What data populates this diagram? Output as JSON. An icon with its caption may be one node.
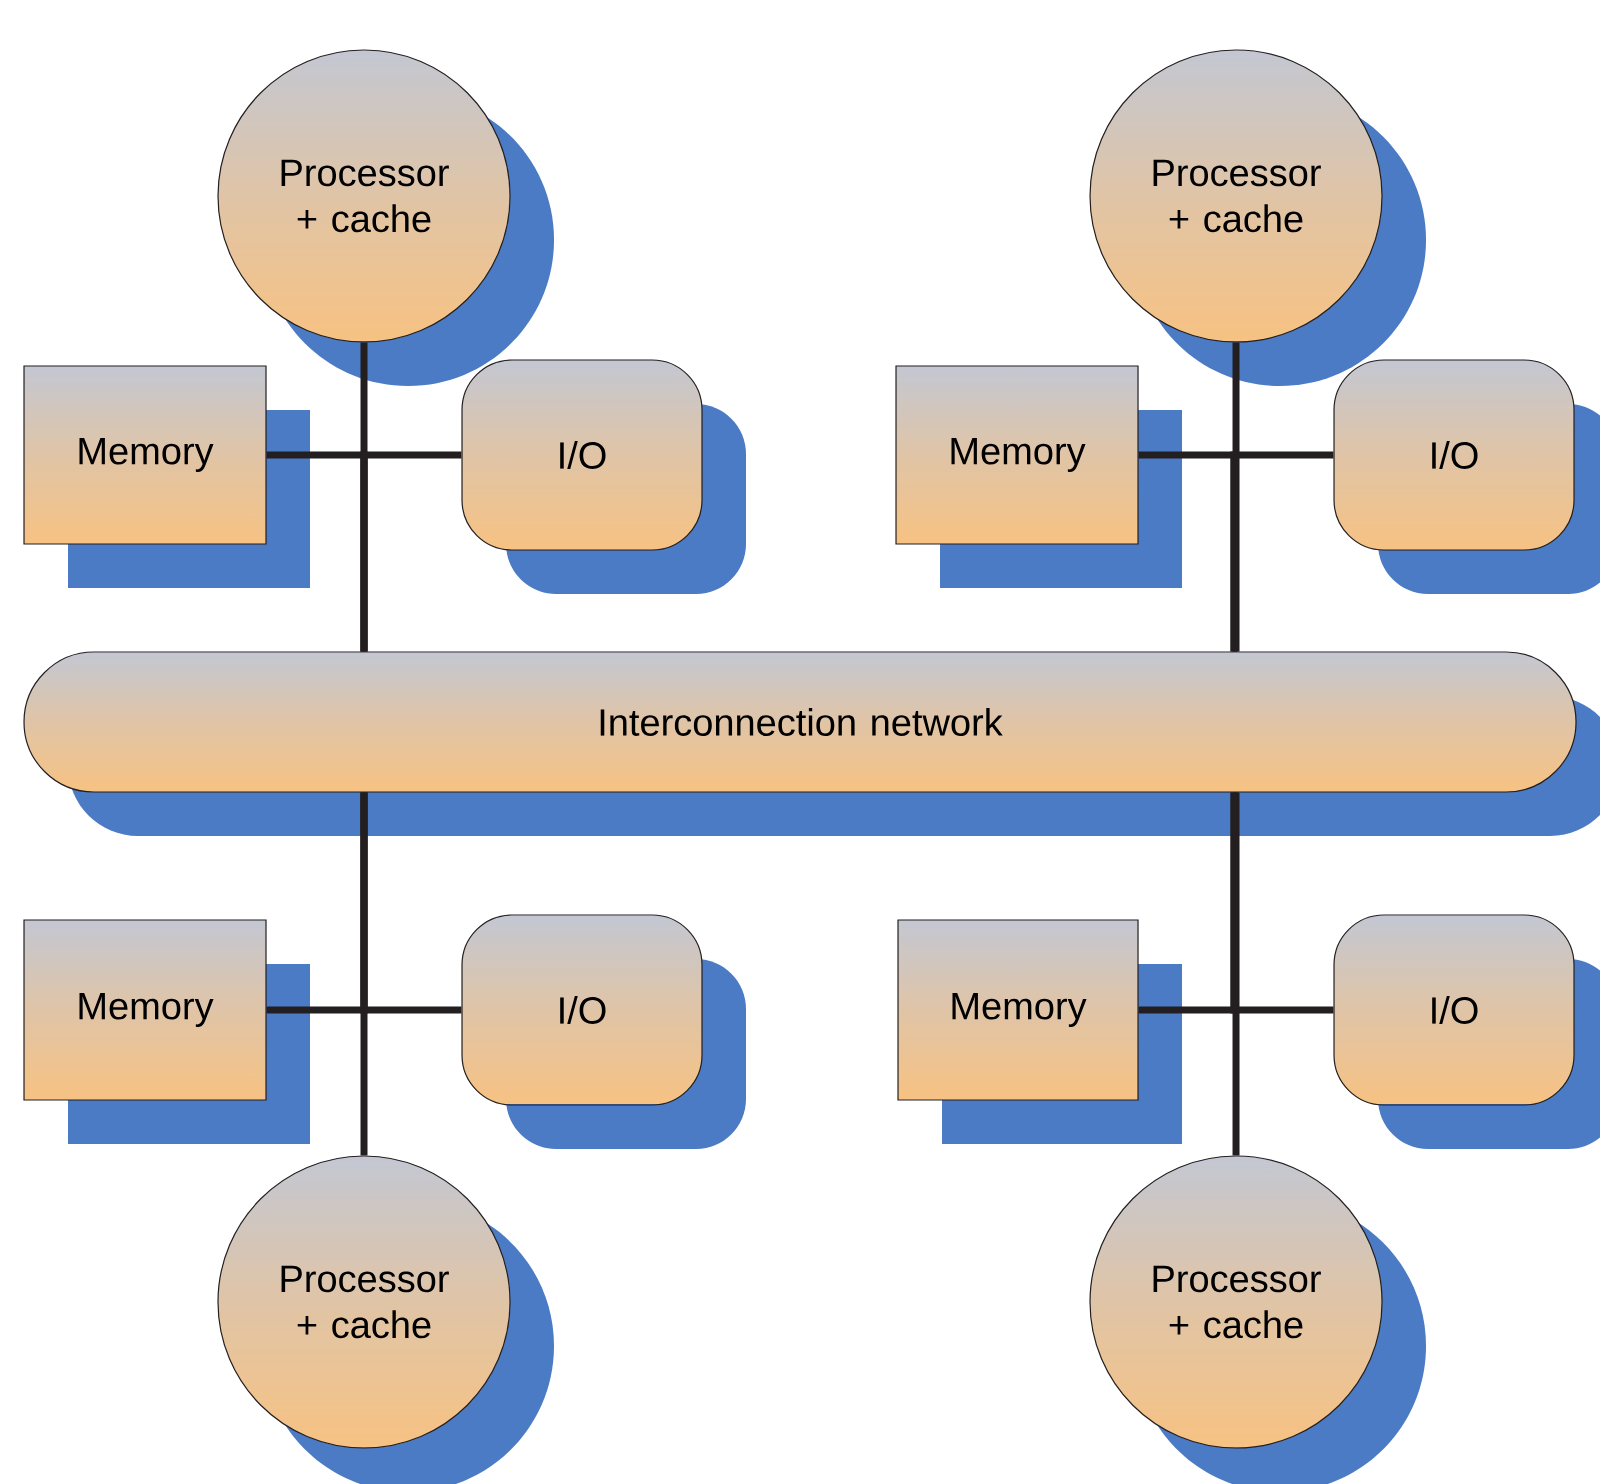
{
  "diagram": {
    "nodes": [
      {
        "text": [
          "Processor + cache"
        ]
      },
      {
        "text": [
          "Processor + cache"
        ]
      },
      {
        "text": [
          "Memory"
        ]
      },
      {
        "text": [
          "I/O"
        ]
      },
      {
        "text": [
          "Memory"
        ]
      },
      {
        "text": [
          "I/O"
        ]
      },
      {
        "text": [
          "Interconnection network"
        ]
      },
      {
        "text": [
          "Memory"
        ]
      },
      {
        "text": [
          "I/O"
        ]
      },
      {
        "text": [
          "Memory"
        ]
      },
      {
        "text": [
          "I/O"
        ]
      },
      {
        "text": [
          "Processor + cache"
        ]
      },
      {
        "text": [
          "Processor + cache"
        ]
      }
    ],
    "edges": [
      {
        "from": 0,
        "to": 6,
        "arrow": "none"
      },
      {
        "from": 2,
        "to": 6,
        "arrow": "none"
      },
      {
        "from": 3,
        "to": 6,
        "arrow": "none"
      },
      {
        "from": 1,
        "to": 6,
        "arrow": "none"
      },
      {
        "from": 4,
        "to": 6,
        "arrow": "none"
      },
      {
        "from": 5,
        "to": 6,
        "arrow": "none"
      },
      {
        "from": 11,
        "to": 6,
        "arrow": "none"
      },
      {
        "from": 7,
        "to": 6,
        "arrow": "none"
      },
      {
        "from": 8,
        "to": 6,
        "arrow": "none"
      },
      {
        "from": 12,
        "to": 6,
        "arrow": "none"
      },
      {
        "from": 9,
        "to": 6,
        "arrow": "none"
      },
      {
        "from": 10,
        "to": 6,
        "arrow": "none"
      }
    ]
  }
}
